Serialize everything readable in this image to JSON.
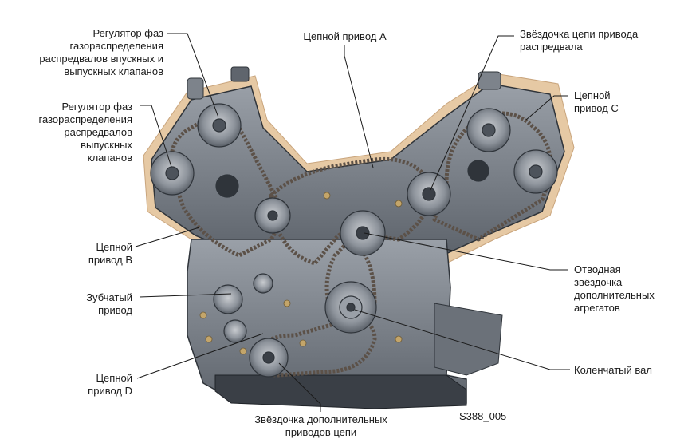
{
  "labels": {
    "intake_exhaust_phase_regulator": [
      "Регулятор фаз",
      "газораспределения",
      "распредвалов впускных и",
      "выпускных клапанов"
    ],
    "exhaust_phase_regulator": [
      "Регулятор фаз",
      "газораспределения",
      "распредвалов",
      "выпускных",
      "клапанов"
    ],
    "chain_drive_b": [
      "Цепной",
      "привод B"
    ],
    "gear_drive": [
      "Зубчатый",
      "привод"
    ],
    "chain_drive_d": [
      "Цепной",
      "привод D"
    ],
    "chain_drive_a": [
      "Цепной привод A"
    ],
    "camshaft_sprocket": [
      "Звёздочка цепи привода",
      "распредвала"
    ],
    "chain_drive_c": [
      "Цепной",
      "привод C"
    ],
    "accessory_output_sprocket": [
      "Отводная",
      "звёздочка",
      "дополнительных",
      "агрегатов"
    ],
    "crankshaft": [
      "Коленчатый вал"
    ],
    "auxiliary_chain_sprocket": [
      "Звёздочка дополнительных",
      "приводов цепи"
    ]
  },
  "figure_code": "S388_005",
  "colors": {
    "engine_metal": "#8a9099",
    "engine_dark": "#3a3f46",
    "chain": "#5c5148",
    "covers": "#e6c9a4",
    "leader_line": "#1a1a1a"
  }
}
